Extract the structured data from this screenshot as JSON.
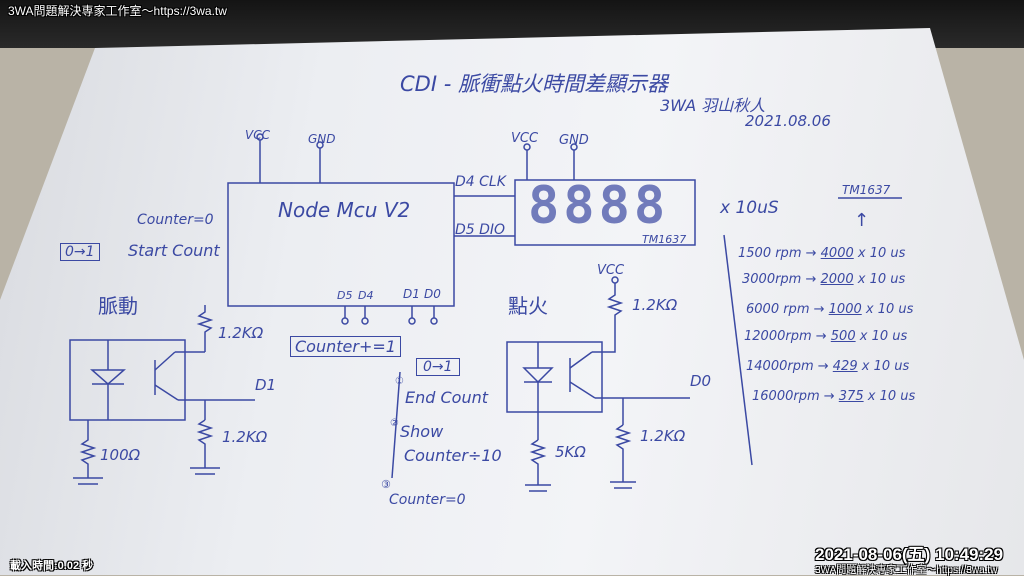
{
  "overlay": {
    "top_watermark": "3WA問題解決専家工作室～https://3wa.tw",
    "load_time": "載入時間:0.02 秒",
    "timestamp": "2021-08-06(五) 10:49:29",
    "bottom_watermark": "3WA問題解決専家工作室～https://3wa.tw"
  },
  "header": {
    "title": "CDI - 脈衝點火時間差顯示器",
    "author": "3WA 羽山秋人",
    "date": "2021.08.06"
  },
  "mcu": {
    "label": "Node Mcu V2",
    "vcc": "VCC",
    "gnd": "GND",
    "pins": [
      "D5",
      "D4",
      "D1",
      "D0"
    ],
    "pin_clk": "D4 CLK",
    "pin_dio": "D5 DIO"
  },
  "display": {
    "vcc": "VCC",
    "gnd": "GND",
    "chip": "TM1637",
    "digits": "8888",
    "unit": "x 10uS"
  },
  "left_notes": {
    "counter_init": "Counter=0",
    "trigger": "0→1",
    "start": "Start Count",
    "counter_inc": "Counter+=1"
  },
  "pulse_circuit": {
    "label": "脈動",
    "r1": "1.2KΩ",
    "r2": "1.2KΩ",
    "r3": "100Ω",
    "pin": "D1"
  },
  "ignition_circuit": {
    "label": "點火",
    "vcc": "VCC",
    "r1": "1.2KΩ",
    "r2": "1.2KΩ",
    "r3": "5KΩ",
    "pin": "D0"
  },
  "steps": {
    "trigger": "0→1",
    "s1": "End Count",
    "s2a": "Show",
    "s2b": "Counter÷10",
    "s3": "Counter=0",
    "n1": "①",
    "n2": "②",
    "n3": "③"
  },
  "table": {
    "header": "TM1637",
    "arrow": "↑",
    "rows": [
      {
        "rpm": "1500 rpm →",
        "value": "4000",
        "unit": "x 10 us"
      },
      {
        "rpm": "3000rpm →",
        "value": "2000",
        "unit": "x 10 us"
      },
      {
        "rpm": "6000 rpm →",
        "value": "1000",
        "unit": "x 10 us"
      },
      {
        "rpm": "12000rpm →",
        "value": "500",
        "unit": "x 10 us"
      },
      {
        "rpm": "14000rpm →",
        "value": "429",
        "unit": "x 10 us"
      },
      {
        "rpm": "16000rpm →",
        "value": "375",
        "unit": "x 10 us"
      }
    ]
  }
}
